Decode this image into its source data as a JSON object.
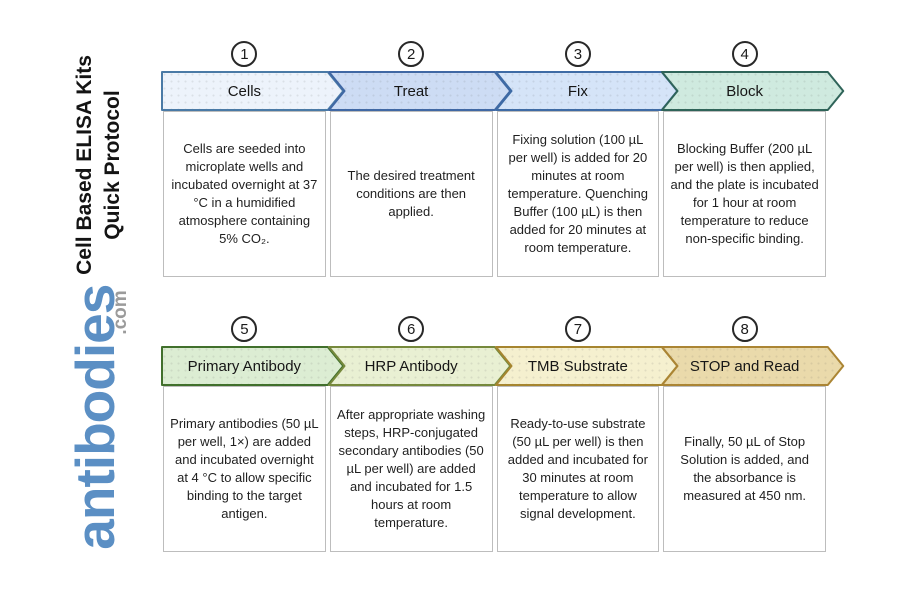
{
  "branding": {
    "title_line1": "Cell Based ELISA Kits",
    "title_line2": "Quick Protocol",
    "logo_text": "antibodies",
    "logo_suffix": ".com",
    "logo_color": "#5b8fc4",
    "logo_suffix_color": "#9b9b9b"
  },
  "rows": [
    {
      "steps": [
        {
          "number": "1",
          "label": "Cells",
          "fill": "#edf3fb",
          "border": "#4a7aa6",
          "description": "Cells are seeded into microplate wells and incubated overnight at 37 °C in a humidified atmosphere containing 5% CO₂."
        },
        {
          "number": "2",
          "label": "Treat",
          "fill": "#cddcf4",
          "border": "#4068a4",
          "description": "The desired treatment conditions are then applied."
        },
        {
          "number": "3",
          "label": "Fix",
          "fill": "#d5e4f8",
          "border": "#3e6ba5",
          "description": "Fixing solution (100 µL per well) is added for 20 minutes at room temperature. Quenching Buffer (100 µL) is then added for 20 minutes at room temperature."
        },
        {
          "number": "4",
          "label": "Block",
          "fill": "#cfeadf",
          "border": "#2f6459",
          "description": "Blocking Buffer (200 µL per well) is then applied, and the plate is incubated for 1 hour at room temperature to reduce non-specific binding."
        }
      ]
    },
    {
      "steps": [
        {
          "number": "5",
          "label": "Primary Antibody",
          "fill": "#dcedd3",
          "border": "#41702c",
          "description": "Primary antibodies (50 µL per well, 1×) are added and incubated overnight at 4 °C to allow specific binding to the target antigen."
        },
        {
          "number": "6",
          "label": "HRP Antibody",
          "fill": "#e9f0d3",
          "border": "#76893c",
          "description": "After appropriate washing steps, HRP-conjugated secondary antibodies (50 µL per well) are added and incubated for 1.5 hours at room temperature."
        },
        {
          "number": "7",
          "label": "TMB Substrate",
          "fill": "#f5f0cf",
          "border": "#a6852f",
          "description": "Ready-to-use substrate (50 µL per well) is then added and incubated for 30 minutes at room temperature to allow signal development."
        },
        {
          "number": "8",
          "label": "STOP and Read",
          "fill": "#eadaab",
          "border": "#ab8534",
          "description": "Finally, 50 µL of Stop Solution is added, and the absorbance is measured at 450 nm."
        }
      ]
    }
  ]
}
